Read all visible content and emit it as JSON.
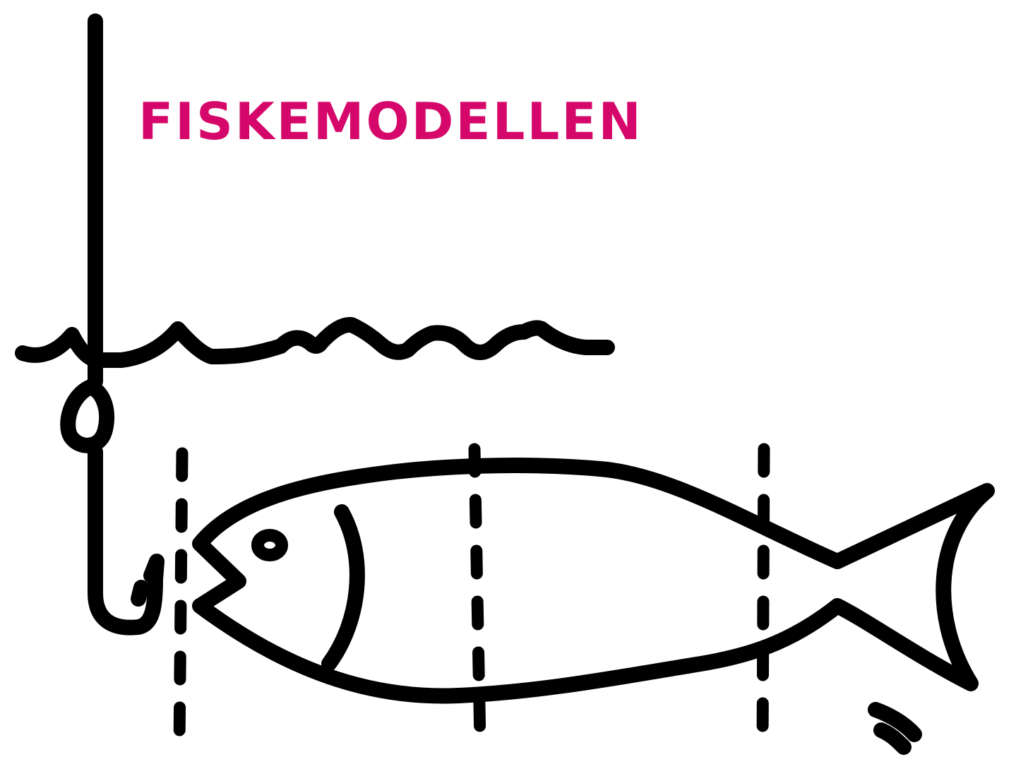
{
  "title": {
    "text": "FISKEMODELLEN",
    "color": "#d6076b"
  },
  "colors": {
    "ink": "#000000",
    "background": "#ffffff"
  },
  "illustration": {
    "elements": [
      "fishing-line",
      "water-waves",
      "hook-eye",
      "hook",
      "fish",
      "fish-eye",
      "gill-line",
      "division-lines",
      "motion-marks"
    ]
  }
}
